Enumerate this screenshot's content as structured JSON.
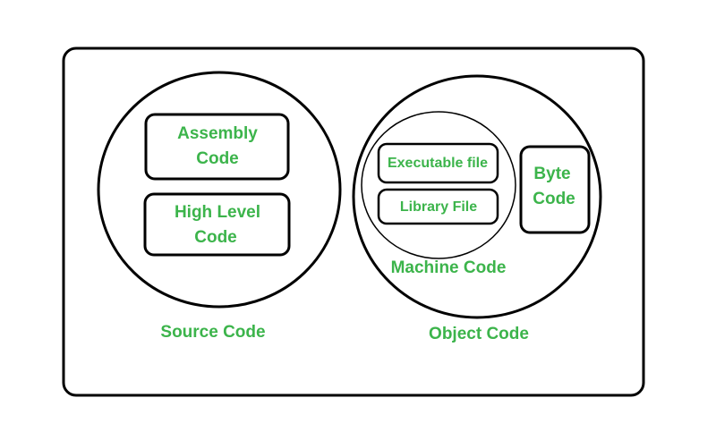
{
  "colors": {
    "label_green": "#3cb44b",
    "outline": "#000000",
    "background": "#ffffff"
  },
  "source": {
    "label": "Source Code",
    "assembly": {
      "line1": "Assembly",
      "line2": "Code"
    },
    "high_level": {
      "line1": "High Level",
      "line2": "Code"
    }
  },
  "object": {
    "label": "Object Code",
    "machine": {
      "label": "Machine Code",
      "executable": "Executable file",
      "library": "Library File"
    },
    "byte": {
      "line1": "Byte",
      "line2": "Code"
    }
  }
}
